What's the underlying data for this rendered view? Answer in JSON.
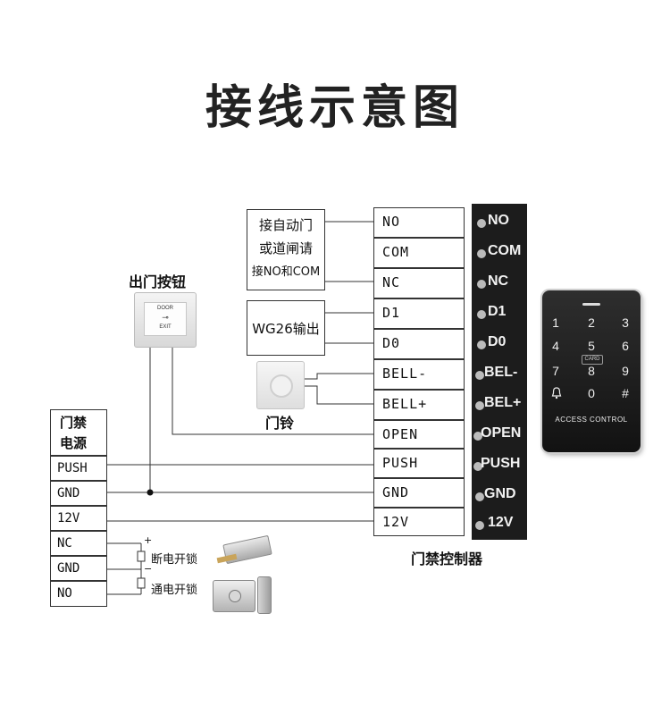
{
  "title": "接线示意图",
  "auto_door_note": [
    "接自动门",
    "或道闸请",
    "接NO和COM"
  ],
  "wg_note": "WG26输出",
  "terminals": [
    "NO",
    "COM",
    "NC",
    "D1",
    "D0",
    "BELL-",
    "BELL+",
    "OPEN",
    "PUSH",
    "GND",
    "12V"
  ],
  "controller_label": "门禁控制器",
  "exit_button_label": "出门按钮",
  "exit_button_text": [
    "DOOR",
    "EXIT"
  ],
  "doorbell_label": "门铃",
  "power_title": [
    "门禁",
    "电源"
  ],
  "power_terminals": [
    "PUSH",
    "GND",
    "12V",
    "NC",
    "GND",
    "NO"
  ],
  "lock_plus": "+",
  "lock_minus": "−",
  "lock_nc_label": "断电开锁",
  "lock_no_label": "通电开锁",
  "strip_labels": [
    "NO",
    "COM",
    "NC",
    "D1",
    "D0",
    "BEL-",
    "BEL+",
    "OPEN",
    "PUSH",
    "GND",
    "12V"
  ],
  "keypad": {
    "keys": [
      "1",
      "2",
      "3",
      "4",
      "5",
      "6",
      "7",
      "8",
      "9",
      "bell-icon",
      "0",
      "#"
    ],
    "card_text": "CARD",
    "brand": "ACCESS CONTROL"
  }
}
